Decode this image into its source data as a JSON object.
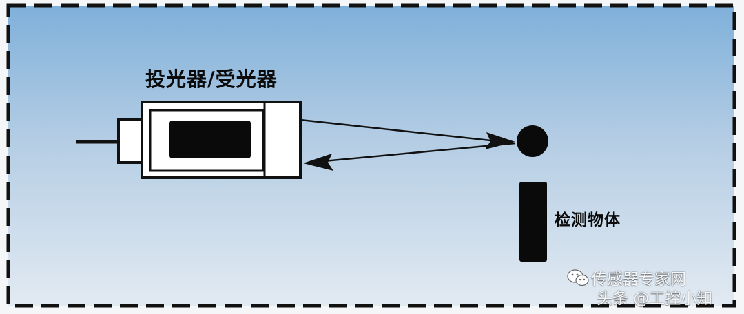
{
  "diagram": {
    "emitter_label": "投光器/受光器",
    "object_label": "检测物体"
  },
  "watermark": {
    "line1": "传感器专家网",
    "line2": "头条 @工控小知",
    "icon": "wechat-icon"
  }
}
